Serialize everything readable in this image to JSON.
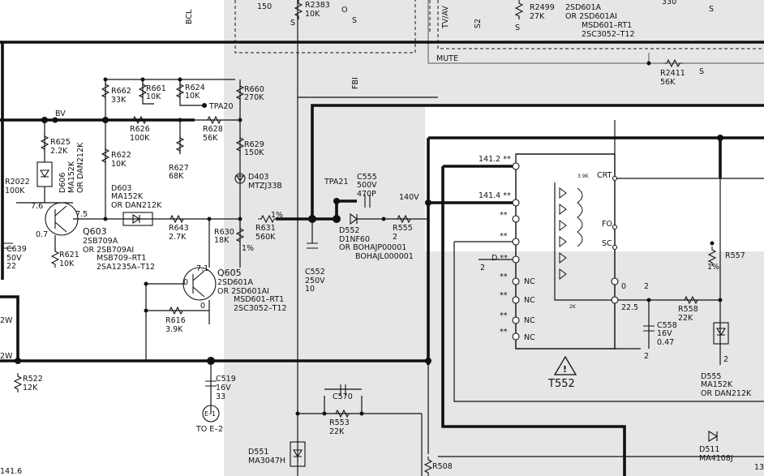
{
  "labels": {
    "top_150": "150",
    "top_r2383": "R2383",
    "top_r2383_val": "10K",
    "top_s1": "S",
    "top_o1": "O",
    "top_s2": "S",
    "top_tvav": "TV/AV",
    "top_s2_label": "S2",
    "top_r2499": "R2499",
    "top_r2499_val": "27K",
    "top_s3": "S",
    "top_q_a": "2SD601A",
    "top_q_b": "OR 2SD601AI",
    "top_q_c": "MSD601–RT1",
    "top_q_d": "2SC3052–T12",
    "top_330": "330",
    "top_s4": "S",
    "bcl": "BCL",
    "mute": "MUTE",
    "r2411": "R2411",
    "r2411_val": "56K",
    "r2411_s": "S",
    "fbi": "FBI",
    "bv": "BV",
    "r662": "R662",
    "r662_val": "33K",
    "r661": "R661",
    "r661_val": "10K",
    "r624": "R624",
    "r624_val": "10K",
    "r660": "R660",
    "r660_val": "270K",
    "tpa20": "TPA20",
    "r626": "R626",
    "r626_val": "100K",
    "r628": "R628",
    "r628_val": "56K",
    "r625": "R625",
    "r625_val": "2.2K",
    "r622": "R622",
    "r622_val": "10K",
    "r627": "R627",
    "r627_val": "68K",
    "r629": "R629",
    "r629_val": "150K",
    "r2022": "R2022",
    "r2022_val": "100K",
    "d606_a": "D606",
    "d606_b": "MA152K",
    "d606_c": "OR DAN212K",
    "d603_a": "D603",
    "d603_b": "MA152K",
    "d603_c": "OR DAN212K",
    "d403_a": "D403",
    "d403_b": "MTZJ33B",
    "v76": "7.6",
    "v75": "7.5",
    "v07": "0.7",
    "r643": "R643",
    "r643_val": "2.7K",
    "r630": "R630",
    "r630_val": "18K",
    "r631": "R631",
    "r631_val": "560K",
    "pct1": "1%",
    "pct2": "1%",
    "q603": "Q603",
    "q603_a": "2SB709A",
    "q603_b": "OR 2SB709AI",
    "q603_c": "MSB709–RT1",
    "q603_d": "2SA1235A–T12",
    "c639": "C639",
    "c639_v": "50V",
    "c639_c": "22",
    "r621": "R621",
    "r621_val": "10K",
    "v71": "7.1",
    "v0a": "0",
    "v0b": "0",
    "q605": "Q605",
    "q605_a": "2SD601A",
    "q605_b": "OR 2SD601AI",
    "q605_c": "MSD601–RT1",
    "q605_d": "2SC3052–T12",
    "r616": "R616",
    "r616_val": "3.9K",
    "tpa21": "TPA21",
    "c555": "C555",
    "c555_v": "500V",
    "c555_c": "470P",
    "v140": "140V",
    "d552_a": "D552",
    "d552_b": "D1NF60",
    "d552_c": "OR BOHAJP00001",
    "d552_d": "BOHAJL000001",
    "r555": "R555",
    "r555_val": "2",
    "c552": "C552",
    "c552_v": "250V",
    "c552_c": "10",
    "w2a": "2W",
    "w2b": "2W",
    "r522": "R522",
    "r522_val": "12K",
    "c519": "C519",
    "c519_v": "16V",
    "c519_c": "33",
    "e1": "E–1",
    "to_e2": "TO E–2",
    "c570": "C570",
    "r553": "R553",
    "r553_val": "22K",
    "d551_a": "D551",
    "d551_b": "MA3047H",
    "r508": "R508",
    "v141_6": "141.6",
    "v141_2": "141.2 **",
    "v141_4": "141.4 **",
    "ss1": "**",
    "ss2": "**",
    "v2a": "2",
    "d_ss": "D **",
    "pin_nc4": "NC",
    "pin_nc7": "NC",
    "pin_nc8": "NC",
    "pin_nc6": "NC",
    "ss3": "**",
    "ss4": "**",
    "ss5": "**",
    "ss6": "**",
    "crt": "CRT",
    "fo": "FO",
    "sc": "SC",
    "r3k": "3.9K",
    "v0c": "0",
    "v2b": "2",
    "v22_5": "22.5",
    "v2k": "2K",
    "t552": "T552",
    "c558": "C558",
    "c558_v": "16V",
    "c558_c": "0.47",
    "v2c": "2",
    "r558": "R558",
    "r558_val": "22K",
    "r557": "R557",
    "pct3": "1%",
    "d555_a": "D555",
    "d555_b": "MA152K",
    "d555_c": "OR DAN212K",
    "v2d": "2",
    "d511_a": "D511",
    "d511_b": "MA4108J",
    "edge13": "13"
  }
}
